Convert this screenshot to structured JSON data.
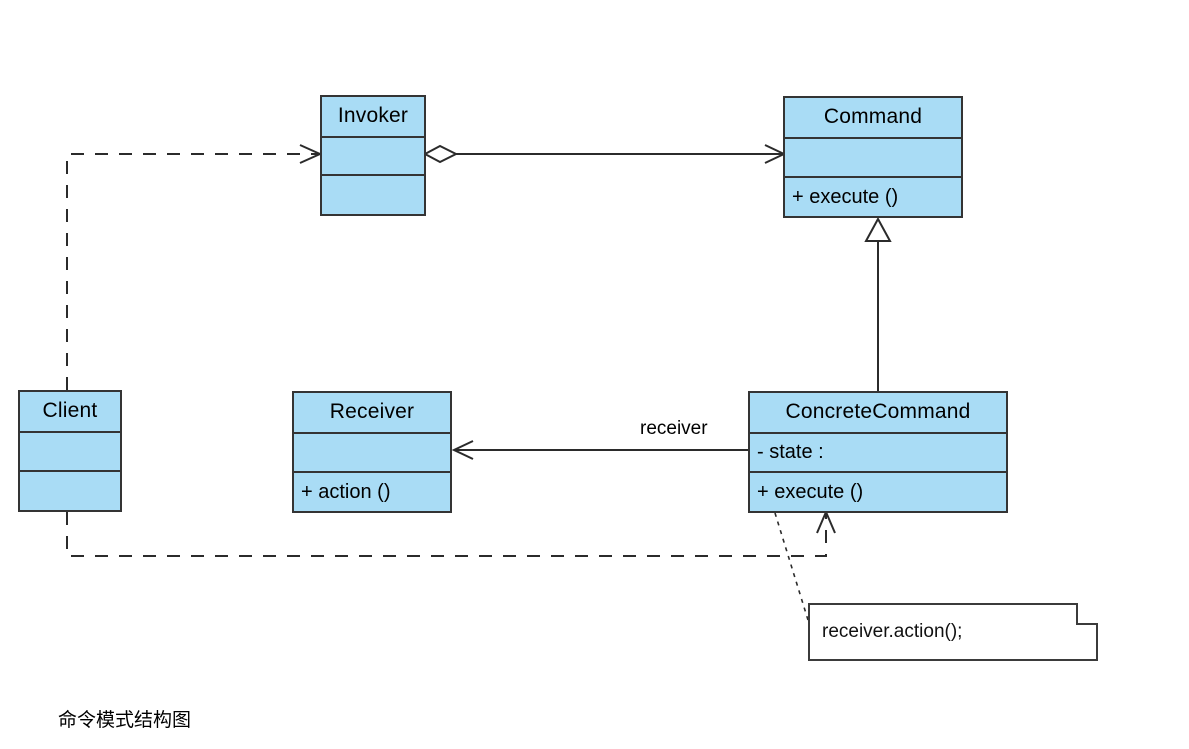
{
  "diagram": {
    "caption": "命令模式结构图",
    "colors": {
      "class_fill": "#a9dcf5",
      "class_border": "#343434",
      "line": "#2b2b2b",
      "note_fill": "#ffffff",
      "note_border": "#3b3b3b"
    },
    "classes": [
      {
        "id": "invoker",
        "name": "Invoker",
        "compartments": [
          "",
          ""
        ]
      },
      {
        "id": "command",
        "name": "Command",
        "compartments": [
          "",
          "+ execute ()"
        ]
      },
      {
        "id": "client",
        "name": "Client",
        "compartments": [
          "",
          ""
        ]
      },
      {
        "id": "receiver",
        "name": "Receiver",
        "compartments": [
          "",
          "+ action ()"
        ]
      },
      {
        "id": "concrete_command",
        "name": "ConcreteCommand",
        "compartments": [
          "- state :",
          "+ execute ()"
        ]
      }
    ],
    "note": {
      "text": "receiver.action();"
    },
    "edge_labels": {
      "receiver_role": "receiver"
    },
    "relationships": [
      {
        "from": "invoker",
        "to": "command",
        "type": "aggregation-directed"
      },
      {
        "from": "concrete_command",
        "to": "command",
        "type": "generalization"
      },
      {
        "from": "concrete_command",
        "to": "receiver",
        "type": "association-directed",
        "label": "receiver"
      },
      {
        "from": "client",
        "to": "invoker",
        "type": "dependency"
      },
      {
        "from": "client",
        "to": "concrete_command",
        "type": "dependency"
      },
      {
        "from": "note",
        "to": "concrete_command",
        "type": "note-anchor"
      }
    ]
  }
}
